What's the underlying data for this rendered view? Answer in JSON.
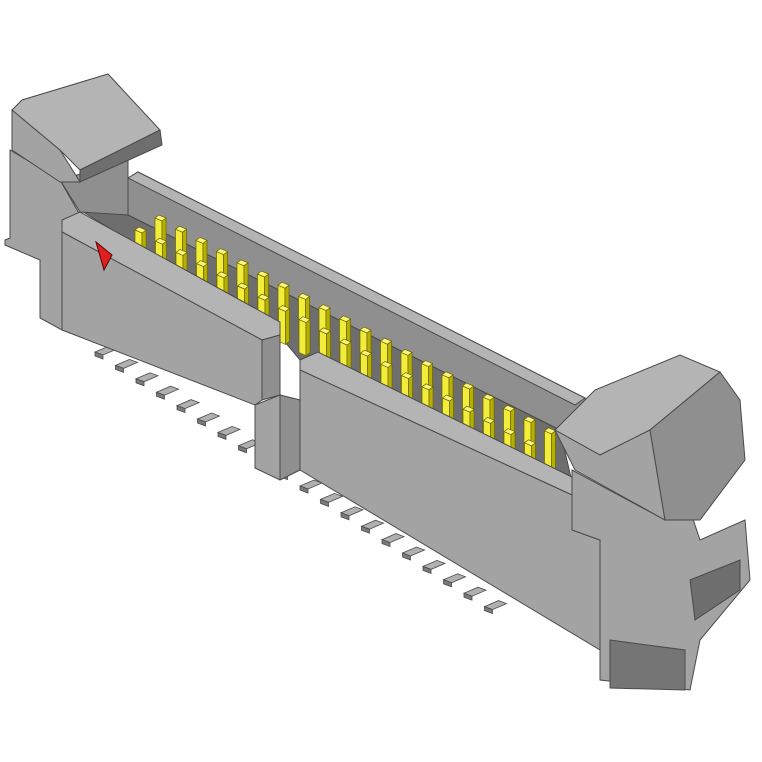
{
  "object": {
    "kind": "box-header-connector-render",
    "pins_per_row": 20,
    "rows": 2,
    "polarization_mark": "triangle-icon"
  },
  "colors": {
    "background": "#ffffff",
    "body_light": "#a3a3a3",
    "body_mid": "#8f8f8f",
    "body_dark": "#6e6e6e",
    "body_top": "#b4b4b4",
    "edge": "#4a4a4a",
    "pin_light": "#f2ec3a",
    "pin_dark": "#b8b000",
    "mark": "#e02020"
  }
}
